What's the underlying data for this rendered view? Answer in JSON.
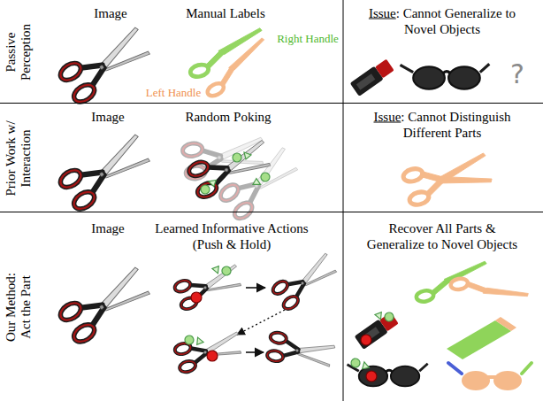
{
  "diagram": {
    "nodes": [
      {
        "text": [
          "Passive Perception"
        ]
      },
      {
        "text": [
          "Prior Work w/ Interaction"
        ]
      },
      {
        "text": [
          "Our Method: Act the Part"
        ]
      }
    ],
    "labels": [
      "Image",
      "Manual Labels",
      "Right Handle",
      "Left Handle",
      "Issue: Cannot Generalize to Novel Objects",
      "?",
      "Image",
      "Random Poking",
      "Issue: Cannot Distinguish Different Parts",
      "Image",
      "Learned Informative Actions (Push & Hold)",
      "Recover All Parts & Generalize to Novel Objects"
    ]
  }
}
